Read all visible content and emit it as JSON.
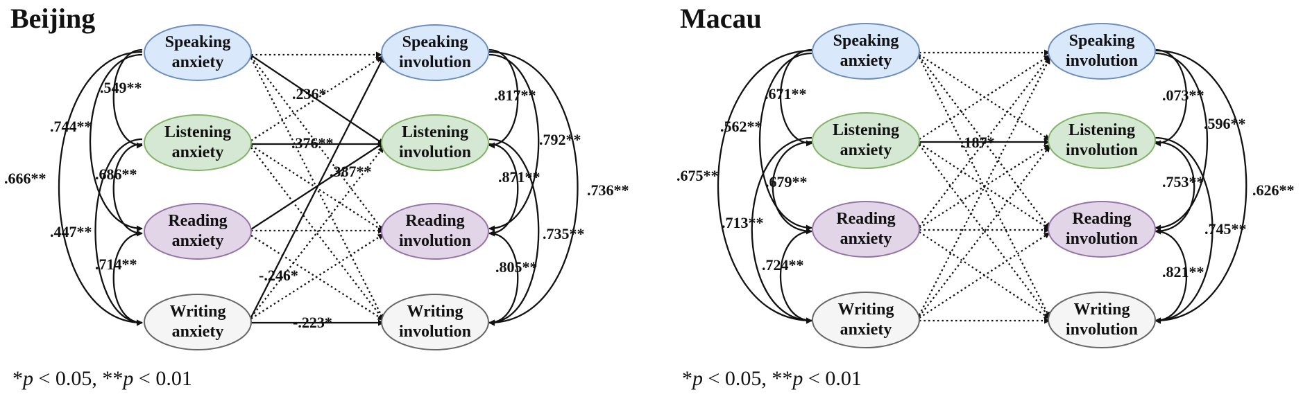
{
  "colors": {
    "speaking_fill": "#dae8fc",
    "speaking_stroke": "#6c8ebf",
    "listening_fill": "#d5e8d4",
    "listening_stroke": "#82b366",
    "reading_fill": "#e1d5e7",
    "reading_stroke": "#9673a6",
    "writing_fill": "#f5f5f5",
    "writing_stroke": "#666666",
    "line": "#111111"
  },
  "footnote": {
    "p1_prefix": "*",
    "p1_sym": "p",
    "p1_rest": " < 0.05, **",
    "p2_sym": "p",
    "p2_rest": " < 0.01"
  },
  "panels": [
    {
      "title": "Beijing",
      "anxiety_nodes": [
        {
          "line1": "Speaking",
          "line2": "anxiety",
          "color": "speaking"
        },
        {
          "line1": "Listening",
          "line2": "anxiety",
          "color": "listening"
        },
        {
          "line1": "Reading",
          "line2": "anxiety",
          "color": "reading"
        },
        {
          "line1": "Writing",
          "line2": "anxiety",
          "color": "writing"
        }
      ],
      "involution_nodes": [
        {
          "line1": "Speaking",
          "line2": "involution",
          "color": "speaking"
        },
        {
          "line1": "Listening",
          "line2": "involution",
          "color": "listening"
        },
        {
          "line1": "Reading",
          "line2": "involution",
          "color": "reading"
        },
        {
          "line1": "Writing",
          "line2": "involution",
          "color": "writing"
        }
      ],
      "anxiety_correlations": {
        "s_l": ".549**",
        "l_r": ".686**",
        "r_w": ".714**",
        "s_r": ".744**",
        "l_w": ".447**",
        "s_w": ".666**"
      },
      "involution_correlations": {
        "s_l": ".817**",
        "l_r": ".871**",
        "r_w": ".805**",
        "s_r": ".792**",
        "l_w": ".735**",
        "s_w": ".736**"
      },
      "paths": {
        "speaking_listening": ".236*",
        "listening_listening": ".376**",
        "reading_listening": ".387**",
        "writing_speaking": "-.246*",
        "writing_writing": "-.223*"
      }
    },
    {
      "title": "Macau",
      "anxiety_nodes": [
        {
          "line1": "Speaking",
          "line2": "anxiety",
          "color": "speaking"
        },
        {
          "line1": "Listening",
          "line2": "anxiety",
          "color": "listening"
        },
        {
          "line1": "Reading",
          "line2": "anxiety",
          "color": "reading"
        },
        {
          "line1": "Writing",
          "line2": "anxiety",
          "color": "writing"
        }
      ],
      "involution_nodes": [
        {
          "line1": "Speaking",
          "line2": "involution",
          "color": "speaking"
        },
        {
          "line1": "Listening",
          "line2": "involution",
          "color": "listening"
        },
        {
          "line1": "Reading",
          "line2": "involution",
          "color": "reading"
        },
        {
          "line1": "Writing",
          "line2": "involution",
          "color": "writing"
        }
      ],
      "anxiety_correlations": {
        "s_l": ".671**",
        "l_r": ".679**",
        "r_w": ".724**",
        "s_r": ".562**",
        "l_w": ".713**",
        "s_w": ".675**"
      },
      "involution_correlations": {
        "s_l": ".073**",
        "l_r": ".753**",
        "r_w": ".821**",
        "s_r": ".596**",
        "l_w": ".745**",
        "s_w": ".626**"
      },
      "paths": {
        "listening_listening": ".187*"
      }
    }
  ]
}
